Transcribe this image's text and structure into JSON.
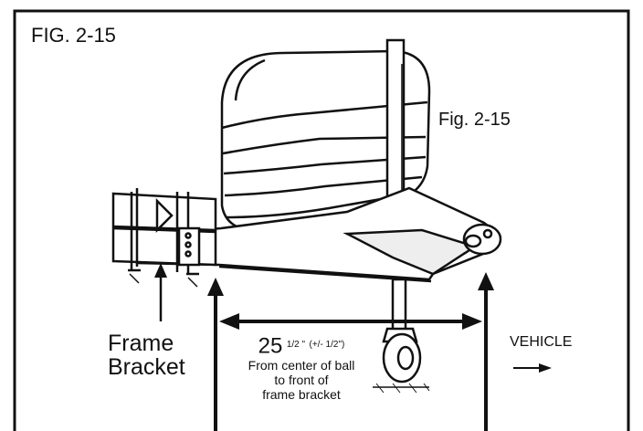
{
  "figure": {
    "title": "FIG. 2-15",
    "inset_label": "Fig. 2-15"
  },
  "labels": {
    "frame_bracket_line1": "Frame",
    "frame_bracket_line2": "Bracket",
    "dimension_whole": "25",
    "dimension_fraction": "1/2 \"",
    "dimension_tolerance": "(+/- 1/2\")",
    "dimension_desc_line1": "From center of ball",
    "dimension_desc_line2": "to front of",
    "dimension_desc_line3": "frame bracket",
    "vehicle": "VEHICLE"
  },
  "colors": {
    "ink": "#111111",
    "background": "#ffffff"
  }
}
